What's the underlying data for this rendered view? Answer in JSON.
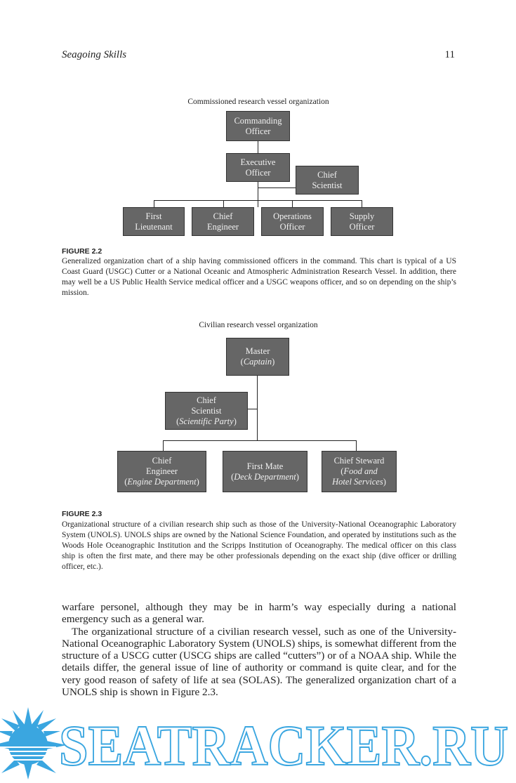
{
  "header": {
    "title": "Seagoing Skills",
    "page_number": "11"
  },
  "figure_2_2": {
    "diagram_title": "Commissioned research vessel organization",
    "commanding_officer": [
      "Commanding",
      "Officer"
    ],
    "executive_officer": [
      "Executive",
      "Officer"
    ],
    "chief_scientist": [
      "Chief",
      "Scientist"
    ],
    "first_lieutenant": [
      "First",
      "Lieutenant"
    ],
    "chief_engineer": [
      "Chief",
      "Engineer"
    ],
    "operations_officer": [
      "Operations",
      "Officer"
    ],
    "supply_officer": [
      "Supply",
      "Officer"
    ],
    "label": "FIGURE 2.2",
    "caption": "Generalized organization chart of a ship having commissioned officers in the command. This chart is typical of a US Coast Guard (USGC) Cutter or a National Oceanic and Atmospheric Administration Research Vessel. In addition, there may well be a US Public Health Service medical officer and a USGC weapons officer, and so on depending on the ship’s mission."
  },
  "figure_2_3": {
    "diagram_title": "Civilian research vessel organization",
    "master": {
      "line1": "Master",
      "sub": "Captain"
    },
    "chief_scientist": {
      "line1": "Chief",
      "line2": "Scientist",
      "sub": "Scientific Party"
    },
    "chief_engineer": {
      "line1": "Chief",
      "line2": "Engineer",
      "sub": "Engine Department"
    },
    "first_mate": {
      "line1": "First Mate",
      "sub": "Deck Department"
    },
    "chief_steward": {
      "line1": "Chief Steward",
      "sub1": "Food and",
      "sub2": "Hotel Services"
    },
    "label": "FIGURE 2.3",
    "caption": "Organizational structure of a civilian research ship such as those of the University-National Oceanographic Laboratory System (UNOLS). UNOLS ships are owned by the National Science Foundation, and operated by institutions such as the Woods Hole Oceanographic Institution and the Scripps Institution of Oceanography. The medical officer on this class ship is often the first mate, and there may be other professionals depending on the exact ship (dive officer or drilling officer, etc.)."
  },
  "body": {
    "paragraph1": "warfare personel, although they may be in harm’s way especially during a national emergency such as a general war.",
    "paragraph2": "The organizational structure of a civilian research vessel, such as one of the University-National Oceanographic Laboratory System (UNOLS) ships, is somewhat different from the structure of a USCG cutter (USCG ships are called “cutters”) or of a NOAA ship. While the details differ, the general issue of line of authority or command is quite clear, and for the very good reason of safety of life at sea (SOLAS). The generalized organization chart of a UNOLS ship is shown in Figure 2.3."
  },
  "watermark": {
    "text": "SEATRACKER.RU",
    "color": "#3aa6e0"
  }
}
